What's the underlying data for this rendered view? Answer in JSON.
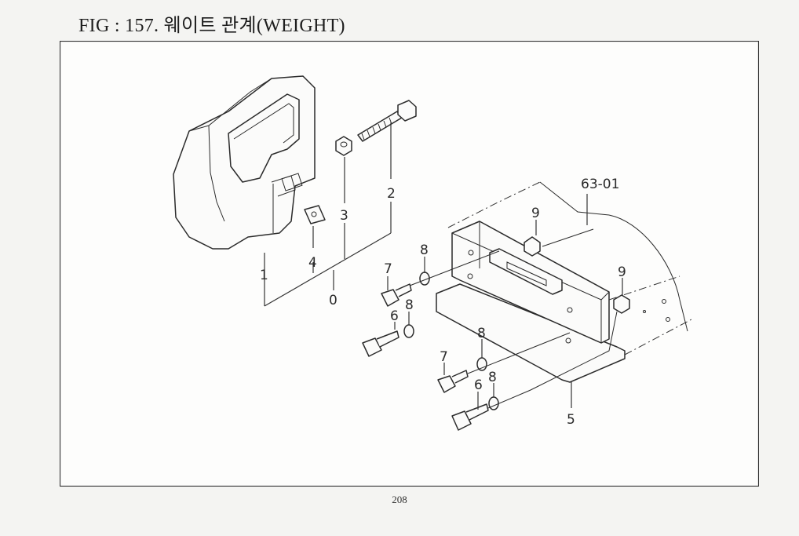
{
  "header": {
    "title": "FIG : 157. 웨이트 관계(WEIGHT)"
  },
  "labels": {
    "p0": "0",
    "p1": "1",
    "p2": "2",
    "p3": "3",
    "p4": "4",
    "p5": "5",
    "p6a": "6",
    "p6b": "6",
    "p7a": "7",
    "p7b": "7",
    "p8a": "8",
    "p8b": "8",
    "p8c": "8",
    "p8d": "8",
    "p9a": "9",
    "p9b": "9",
    "ref": "63-01"
  },
  "footer": {
    "page_number": "208"
  }
}
